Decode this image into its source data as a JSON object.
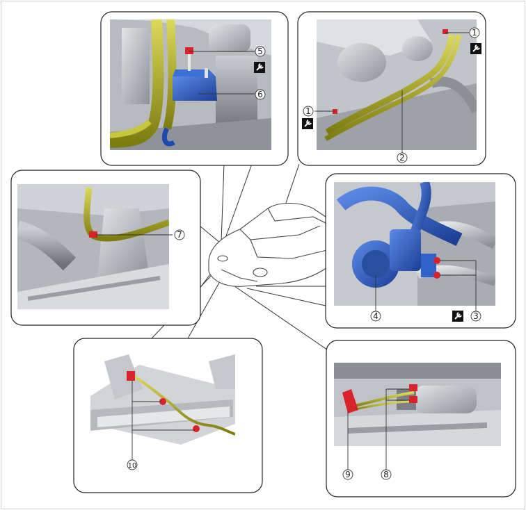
{
  "callouts": {
    "c1a": "1",
    "c1b": "1",
    "c2": "2",
    "c3": "3",
    "c4": "4",
    "c5": "5",
    "c6": "6",
    "c7": "7",
    "c8": "8",
    "c9": "9",
    "c10": "10"
  },
  "icons": {
    "torque": "wrench-icon"
  },
  "colors": {
    "hose": "#b5b32a",
    "part_blue": "#2f63c7",
    "fastener_red": "#d8232a",
    "engine_gray": "#9a9ea4"
  }
}
